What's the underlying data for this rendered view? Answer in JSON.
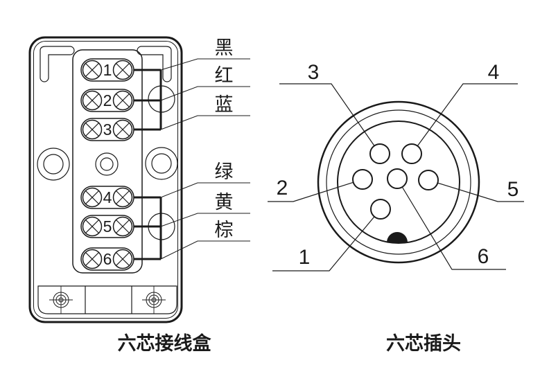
{
  "junction_box": {
    "caption": "六芯接线盒",
    "terminals": [
      {
        "number": "1",
        "wire_color": "黑"
      },
      {
        "number": "2",
        "wire_color": "红"
      },
      {
        "number": "3",
        "wire_color": "蓝"
      },
      {
        "number": "4",
        "wire_color": "绿"
      },
      {
        "number": "5",
        "wire_color": "黄"
      },
      {
        "number": "6",
        "wire_color": "棕"
      }
    ]
  },
  "plug": {
    "caption": "六芯插头",
    "pins": [
      {
        "label": "1",
        "position": "bottom-left"
      },
      {
        "label": "2",
        "position": "left"
      },
      {
        "label": "3",
        "position": "top-left"
      },
      {
        "label": "4",
        "position": "top-right"
      },
      {
        "label": "5",
        "position": "right"
      },
      {
        "label": "6",
        "position": "center"
      }
    ],
    "key_marker": "filled-semicircle-bottom"
  },
  "colors": {
    "line": "#1a1a1a",
    "background": "#ffffff"
  }
}
